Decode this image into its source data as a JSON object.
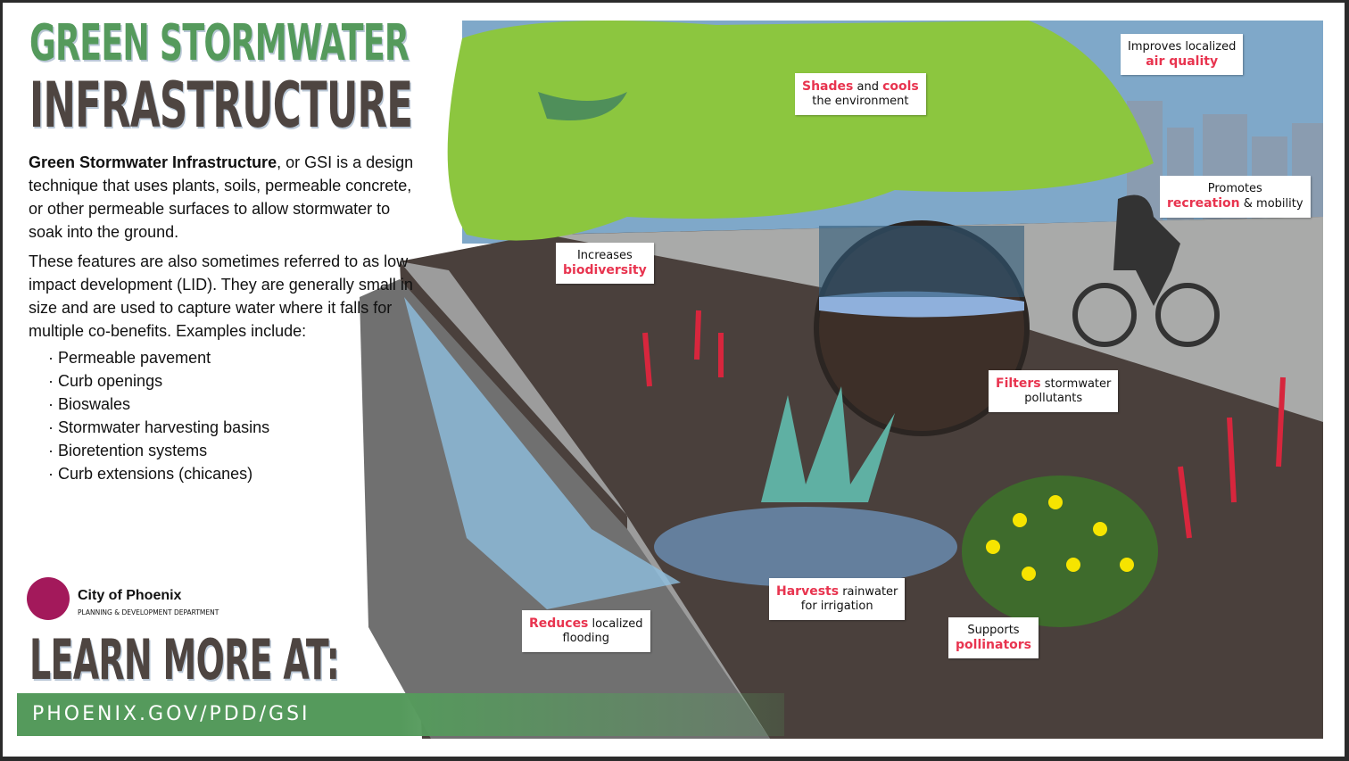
{
  "title": {
    "line1": "GREEN STORMWATER",
    "line2": "INFRASTRUCTURE"
  },
  "intro": {
    "bold": "Green Stormwater Infrastructure",
    "rest": ", or GSI is a design technique that uses plants, soils, permeable concrete, or other permeable surfaces to allow stormwater to soak into the ground."
  },
  "paragraph2": "These features are also sometimes referred to as low impact development (LID). They are generally small in size and are used to capture water where it falls for multiple co-benefits. Examples include:",
  "examples": [
    "Permeable pavement",
    "Curb openings",
    "Bioswales",
    "Stormwater harvesting basins",
    "Bioretention systems",
    "Curb extensions (chicanes)"
  ],
  "logo": {
    "name": "City of Phoenix",
    "department": "PLANNING & DEVELOPMENT DEPARTMENT",
    "color": "#a3195b"
  },
  "learn_more": "LEARN MORE AT:",
  "url": "PHOENIX.GOV/PDD/GSI",
  "colors": {
    "title_green": "#559a5c",
    "title_brown": "#4e4541",
    "highlight": "#e8344f"
  },
  "benefits": [
    {
      "pre": "Improves localized",
      "hl": "air quality",
      "post": ""
    },
    {
      "hl": "Shades",
      "mid": " and ",
      "hl2": "cools",
      "post": "the environment"
    },
    {
      "pre": "Promotes",
      "hl": "recreation",
      "post": " & mobility"
    },
    {
      "pre": "Increases",
      "hl": "biodiversity",
      "post": ""
    },
    {
      "hl": "Filters",
      "mid": " stormwater",
      "post": "pollutants"
    },
    {
      "hl": "Harvests",
      "mid": " rainwater",
      "post": "for irrigation"
    },
    {
      "hl": "Reduces",
      "mid": " localized",
      "post": "flooding"
    },
    {
      "pre": "Supports",
      "hl": "pollinators",
      "post": ""
    }
  ]
}
